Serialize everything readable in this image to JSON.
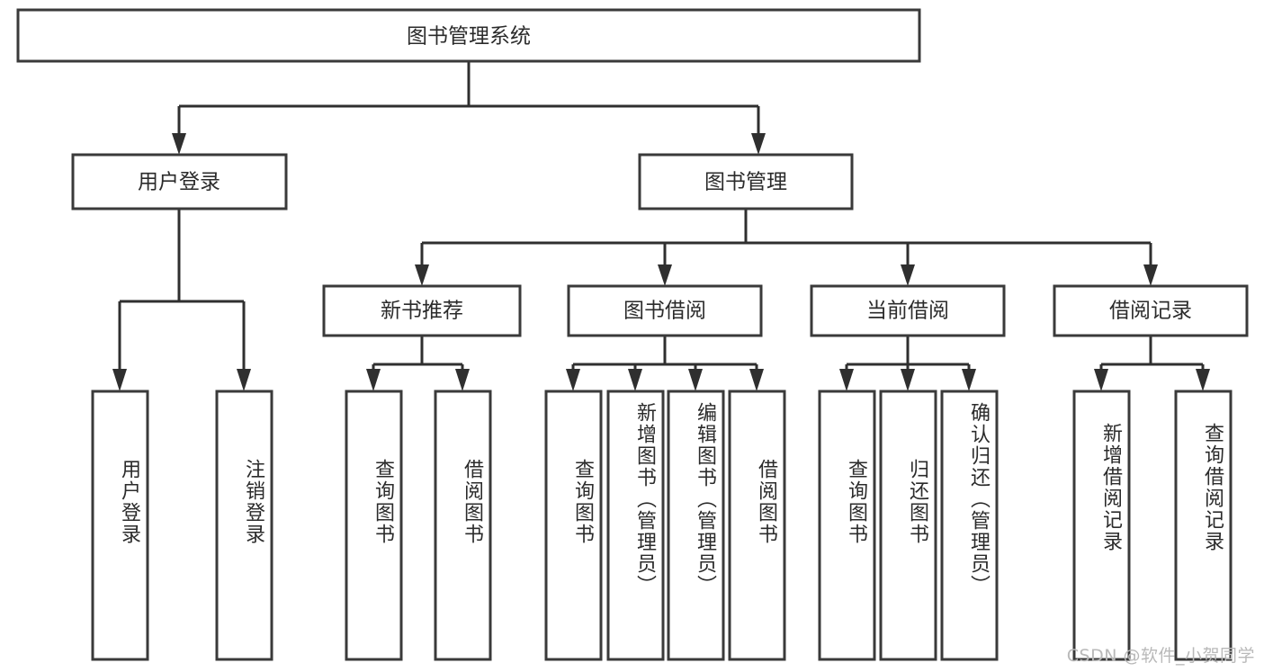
{
  "diagram": {
    "type": "tree-hierarchy-chart",
    "title_node": {
      "label": "图书管理系统"
    },
    "watermark": "CSDN @软件_小贺同学",
    "colors": {
      "box_stroke": "#3a3a3a",
      "box_fill": "#ffffff",
      "connector": "#2f2f2f",
      "text": "#2b2b2b",
      "background": "#ffffff",
      "watermark": "#b9b9b9"
    },
    "level2": [
      {
        "label": "用户登录"
      },
      {
        "label": "图书管理"
      }
    ],
    "level3": [
      {
        "label": "新书推荐"
      },
      {
        "label": "图书借阅"
      },
      {
        "label": "当前借阅"
      },
      {
        "label": "借阅记录"
      }
    ],
    "leaves": {
      "user_login": [
        {
          "label": "用户登录"
        },
        {
          "label": "注销登录"
        }
      ],
      "new_book_recommend": [
        {
          "label": "查询图书"
        },
        {
          "label": "借阅图书"
        }
      ],
      "book_borrow": [
        {
          "label": "查询图书"
        },
        {
          "label": "新增图书（管理员）"
        },
        {
          "label": "编辑图书（管理员）"
        },
        {
          "label": "借阅图书"
        }
      ],
      "current_borrow": [
        {
          "label": "查询图书"
        },
        {
          "label": "归还图书"
        },
        {
          "label": "确认归还（管理员）"
        }
      ],
      "borrow_record": [
        {
          "label": "新增借阅记录"
        },
        {
          "label": "查询借阅记录"
        }
      ]
    }
  }
}
